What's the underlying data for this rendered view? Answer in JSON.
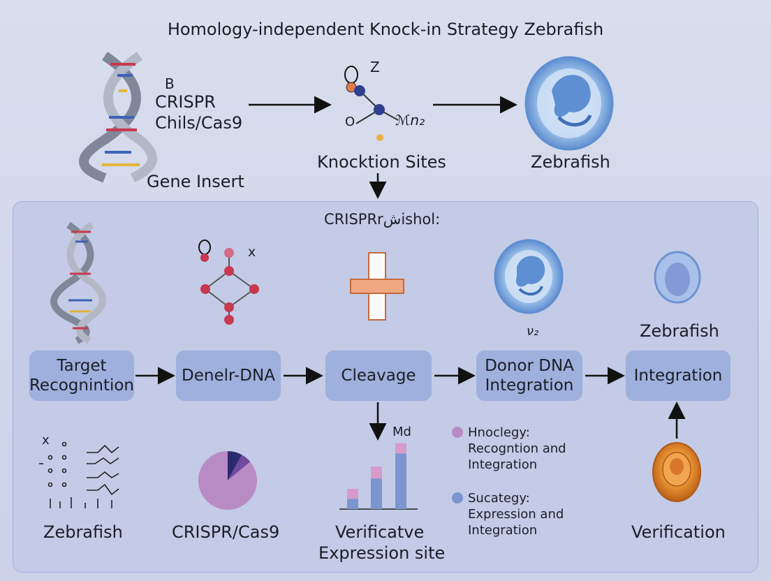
{
  "title": "Homology-independent Knock-in Strategy Zebrafish",
  "top": {
    "crispr_letter": "B",
    "crispr_line1": "CRISPR",
    "crispr_line2": "Chils/Cas9",
    "gene_insert": "Gene Insert",
    "knock_sites": "Knocktion Sites",
    "z_label": "Z",
    "o_label": "O",
    "mol_label": "ℳn₂",
    "zebrafish": "Zebrafish"
  },
  "panel": {
    "title": "CRISPRrشishol:",
    "x_mark": "x",
    "nu_label": "ν₂",
    "zebrafish_right": "Zebrafish",
    "steps": [
      {
        "line1": "Target",
        "line2": "Recognintion"
      },
      {
        "line1": "Denelr-DNA",
        "line2": ""
      },
      {
        "line1": "Cleavage",
        "line2": ""
      },
      {
        "line1": "Donor DNA",
        "line2": "Integration"
      },
      {
        "line1": "Integration",
        "line2": ""
      }
    ],
    "bottom": {
      "x_mark": "x",
      "zebrafish": "Zebrafish",
      "crispr_cas9": "CRISPR/Cas9",
      "md": "Md",
      "verif_line1": "Verificatve",
      "verif_line2": "Expression site",
      "legend1_line1": "Hnoclegy:",
      "legend1_line2": "Recogntion and",
      "legend1_line3": "Integration",
      "legend2_line1": "Sucategy:",
      "legend2_line2": "Expression and",
      "legend2_line3": "Integration",
      "verification": "Verification"
    }
  },
  "colors": {
    "box_fill": "#9fb0dd",
    "panel_fill": "#c3cbe6",
    "node_red": "#c8394f",
    "pie_main": "#b98bc4",
    "pie_dark": "#2b2a6e",
    "bar_blue": "#7b95cf",
    "bar_pink": "#d69acb",
    "legend_purple": "#b98bc4",
    "legend_blue": "#7b95cf",
    "egg_orange": "#e08a2a"
  },
  "chart_data": {
    "type": "bar",
    "categories": [
      "",
      "",
      ""
    ],
    "series": [
      {
        "values": [
          1,
          3,
          5.5
        ]
      },
      {
        "values": [
          1,
          1.2,
          1
        ]
      }
    ],
    "stacked": true
  },
  "pie_data": {
    "type": "pie",
    "values": [
      86,
      8,
      6
    ]
  }
}
